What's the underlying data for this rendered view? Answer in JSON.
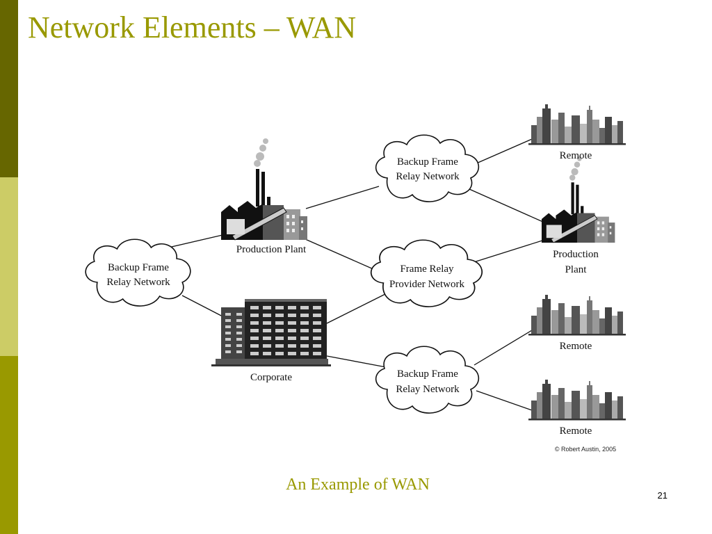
{
  "slide": {
    "title": "Network Elements – WAN",
    "caption": "An Example of WAN",
    "slide_number": "21"
  },
  "diagram": {
    "nodes": {
      "backup_frame_relay_top": {
        "line1": "Backup Frame",
        "line2": "Relay Network"
      },
      "backup_frame_relay_left": {
        "line1": "Backup Frame",
        "line2": "Relay Network"
      },
      "frame_relay_provider": {
        "line1": "Frame Relay",
        "line2": "Provider Network"
      },
      "backup_frame_relay_bottom": {
        "line1": "Backup Frame",
        "line2": "Relay Network"
      },
      "production_plant_left": {
        "label": "Production Plant"
      },
      "production_plant_right": {
        "line1": "Production",
        "line2": "Plant"
      },
      "corporate": {
        "label": "Corporate"
      },
      "remote_top": {
        "label": "Remote"
      },
      "remote_middle": {
        "label": "Remote"
      },
      "remote_bottom": {
        "label": "Remote"
      }
    },
    "copyright": "© Robert Austin, 2005"
  },
  "colors": {
    "band_dark": "#666600",
    "band_light": "#cccc66",
    "band_mid": "#999900",
    "title": "#999900"
  }
}
